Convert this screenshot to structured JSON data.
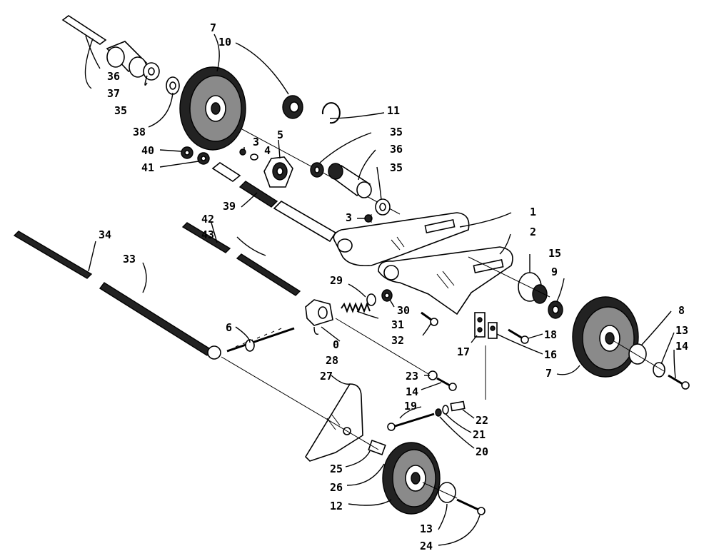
{
  "labels": [
    {
      "id": "l7a",
      "text": "7"
    },
    {
      "id": "l10",
      "text": "10"
    },
    {
      "id": "l11",
      "text": "11"
    },
    {
      "id": "l36a",
      "text": "36"
    },
    {
      "id": "l37",
      "text": "37"
    },
    {
      "id": "l35a",
      "text": "35"
    },
    {
      "id": "l38",
      "text": "38"
    },
    {
      "id": "l40",
      "text": "40"
    },
    {
      "id": "l41",
      "text": "41"
    },
    {
      "id": "l3a",
      "text": "3"
    },
    {
      "id": "l4",
      "text": "4"
    },
    {
      "id": "l5",
      "text": "5"
    },
    {
      "id": "l35b",
      "text": "35"
    },
    {
      "id": "l36b",
      "text": "36"
    },
    {
      "id": "l35c",
      "text": "35"
    },
    {
      "id": "l39",
      "text": "39"
    },
    {
      "id": "l3b",
      "text": "3"
    },
    {
      "id": "l1",
      "text": "1"
    },
    {
      "id": "l34",
      "text": "34"
    },
    {
      "id": "l42",
      "text": "42"
    },
    {
      "id": "l43",
      "text": "43"
    },
    {
      "id": "l2",
      "text": "2"
    },
    {
      "id": "l33",
      "text": "33"
    },
    {
      "id": "l15",
      "text": "15"
    },
    {
      "id": "l9",
      "text": "9"
    },
    {
      "id": "l29",
      "text": "29"
    },
    {
      "id": "l30",
      "text": "30"
    },
    {
      "id": "l31",
      "text": "31"
    },
    {
      "id": "l32",
      "text": "32"
    },
    {
      "id": "l6",
      "text": "6"
    },
    {
      "id": "l0",
      "text": "0"
    },
    {
      "id": "l8",
      "text": "8"
    },
    {
      "id": "l13a",
      "text": "13"
    },
    {
      "id": "l14a",
      "text": "14"
    },
    {
      "id": "l18",
      "text": "18"
    },
    {
      "id": "l17",
      "text": "17"
    },
    {
      "id": "l16",
      "text": "16"
    },
    {
      "id": "l28",
      "text": "28"
    },
    {
      "id": "l7b",
      "text": "7"
    },
    {
      "id": "l27",
      "text": "27"
    },
    {
      "id": "l23",
      "text": "23"
    },
    {
      "id": "l14b",
      "text": "14"
    },
    {
      "id": "l19",
      "text": "19"
    },
    {
      "id": "l22",
      "text": "22"
    },
    {
      "id": "l21",
      "text": "21"
    },
    {
      "id": "l20",
      "text": "20"
    },
    {
      "id": "l25",
      "text": "25"
    },
    {
      "id": "l26",
      "text": "26"
    },
    {
      "id": "l12",
      "text": "12"
    },
    {
      "id": "l13b",
      "text": "13"
    },
    {
      "id": "l24",
      "text": "24"
    }
  ]
}
